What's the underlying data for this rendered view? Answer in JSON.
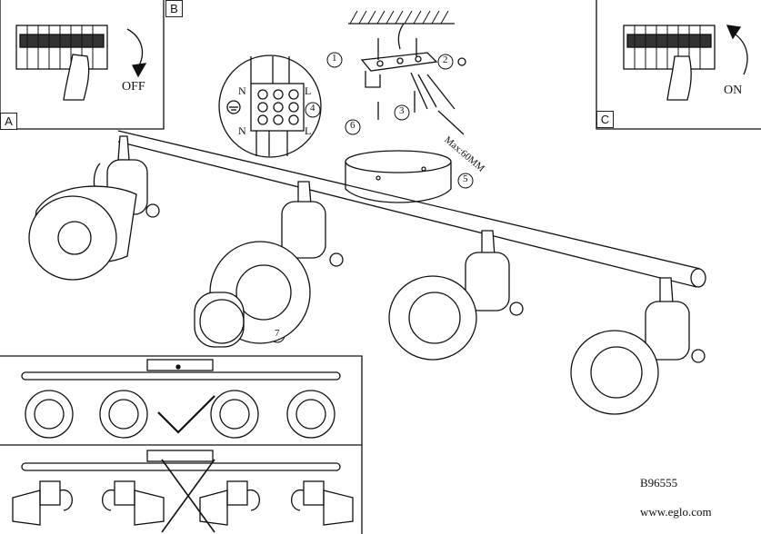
{
  "panels": {
    "a": {
      "letter": "A",
      "caption": "OFF"
    },
    "b": {
      "letter": "B"
    },
    "c": {
      "letter": "C",
      "caption": "ON"
    }
  },
  "wiring": {
    "terminal_labels": [
      "N",
      "L",
      "N",
      "L"
    ],
    "steps": [
      "1",
      "2",
      "3",
      "4",
      "5",
      "6"
    ],
    "max_label": "Max:60MM"
  },
  "lamp_step": "7",
  "footer": {
    "model": "B96555",
    "website": "www.eglo.com"
  },
  "colors": {
    "line": "#111111",
    "shade": "#cfcfcf",
    "background": "#ffffff"
  }
}
